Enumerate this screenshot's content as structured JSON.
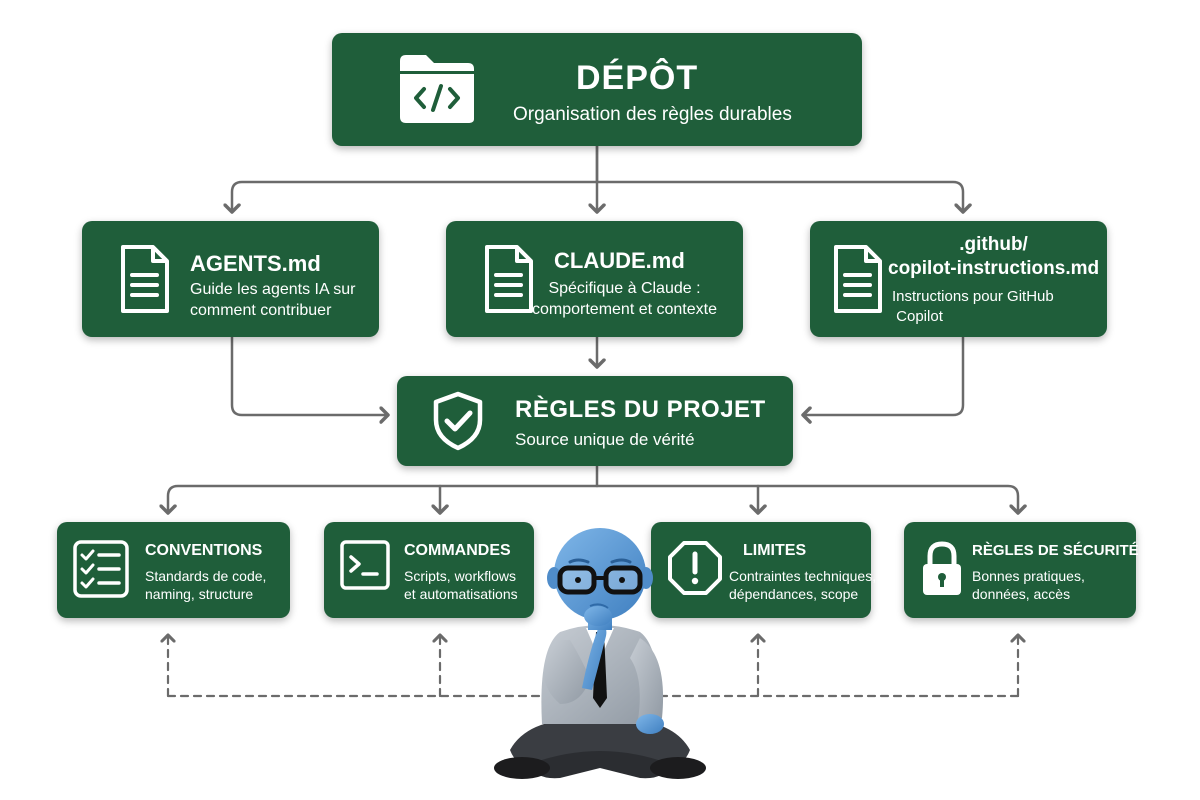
{
  "root": {
    "title": "DÉPÔT",
    "subtitle": "Organisation des règles durables",
    "icon": "folder-code-icon"
  },
  "files": [
    {
      "title": "AGENTS.md",
      "desc_lines": [
        "Guide les agents IA sur",
        "comment contribuer"
      ],
      "icon": "document-icon"
    },
    {
      "title": "CLAUDE.md",
      "desc_lines": [
        "Spécifique à Claude :",
        "comportement et contexte"
      ],
      "icon": "document-icon"
    },
    {
      "title_lines": [
        ".github/",
        "copilot-instructions.md"
      ],
      "desc_lines": [
        "Instructions pour GitHub",
        " Copilot"
      ],
      "icon": "document-icon"
    }
  ],
  "rules": {
    "title": "RÈGLES DU PROJET",
    "subtitle": "Source unique de vérité",
    "icon": "shield-check-icon"
  },
  "categories": [
    {
      "title": "CONVENTIONS",
      "desc_lines": [
        "Standards de code,",
        "naming, structure"
      ],
      "icon": "checklist-icon"
    },
    {
      "title": "COMMANDES",
      "desc_lines": [
        "Scripts, workflows",
        "et automatisations"
      ],
      "icon": "terminal-icon"
    },
    {
      "title": "LIMITES",
      "desc_lines": [
        "Contraintes techniques,",
        "dépendances, scope"
      ],
      "icon": "warning-octagon-icon"
    },
    {
      "title": "RÈGLES DE SÉCURITÉ",
      "desc_lines": [
        "Bonnes pratiques,",
        "données, accès"
      ],
      "icon": "padlock-icon"
    }
  ],
  "colors": {
    "box": "#1f5e3a",
    "text": "#ffffff",
    "connector": "#6b6b6b",
    "person_skin": "#5b9ad6"
  }
}
